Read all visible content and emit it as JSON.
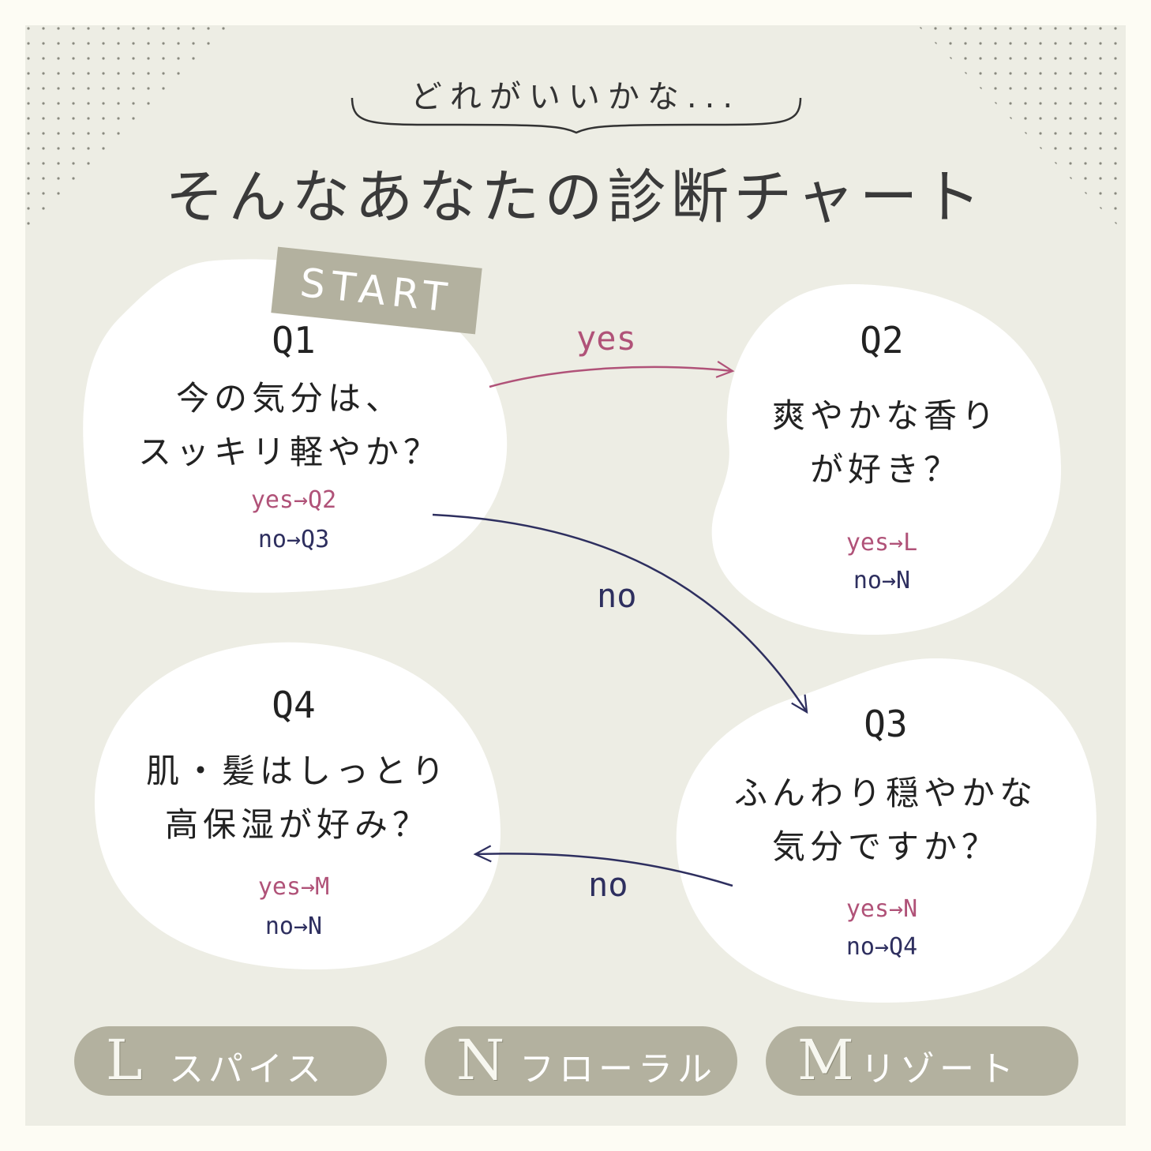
{
  "header": {
    "subtitle": "どれがいいかな...",
    "title": "そんなあなたの診断チャート"
  },
  "start_label": "START",
  "questions": [
    {
      "id": "Q1",
      "line1": "今の気分は、",
      "line2": "スッキリ軽やか？",
      "yes": "yes→Q2",
      "no": "no→Q3"
    },
    {
      "id": "Q2",
      "line1": "爽やかな香り",
      "line2": "が好き？",
      "yes": "yes→L",
      "no": "no→N"
    },
    {
      "id": "Q3",
      "line1": "ふんわり穏やかな",
      "line2": "気分ですか？",
      "yes": "yes→N",
      "no": "no→Q4"
    },
    {
      "id": "Q4",
      "line1": "肌・髪はしっとり",
      "line2": "高保湿が好み？",
      "yes": "yes→M",
      "no": "no→N"
    }
  ],
  "arrows": {
    "q1_to_q2": "yes",
    "q1_to_q3": "no",
    "q3_to_q4": "no"
  },
  "legend": [
    {
      "letter": "L",
      "label": "スパイス"
    },
    {
      "letter": "N",
      "label": "フローラル"
    },
    {
      "letter": "M",
      "label": "リゾート"
    }
  ],
  "colors": {
    "background": "#edede4",
    "outer": "#fdfcf4",
    "blob": "#ffffff",
    "accent_gray": "#b3b19f",
    "yes_color": "#b05278",
    "no_color": "#2e2f5f"
  }
}
